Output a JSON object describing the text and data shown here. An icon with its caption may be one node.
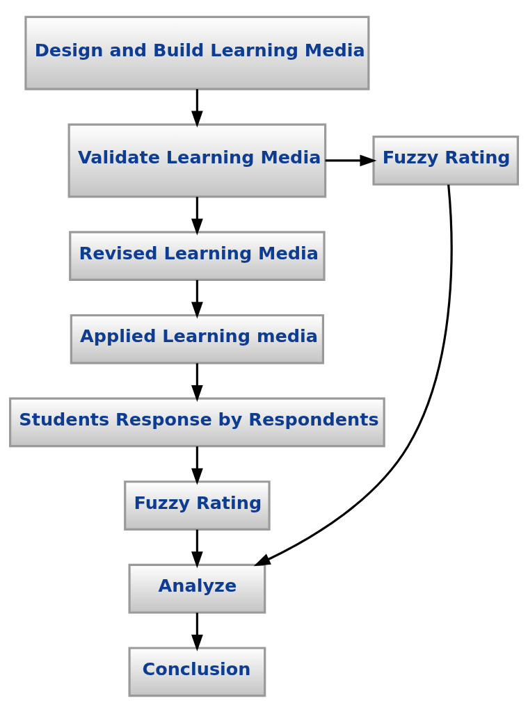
{
  "diagram": {
    "nodes": [
      {
        "text": [
          "Design and Build Learning Media"
        ]
      },
      {
        "text": [
          "Validate Learning Media"
        ]
      },
      {
        "text": [
          "Fuzzy Rating"
        ]
      },
      {
        "text": [
          "Revised Learning Media"
        ]
      },
      {
        "text": [
          "Applied Learning media"
        ]
      },
      {
        "text": [
          "Students Response by Respondents"
        ]
      },
      {
        "text": [
          "Fuzzy Rating"
        ]
      },
      {
        "text": [
          "Analyze"
        ]
      },
      {
        "text": [
          "Conclusion"
        ]
      }
    ],
    "edges": [
      {
        "from": 0,
        "to": 1,
        "arrow": "to"
      },
      {
        "from": 1,
        "to": 2,
        "arrow": "to"
      },
      {
        "from": 1,
        "to": 3,
        "arrow": "to"
      },
      {
        "from": 3,
        "to": 4,
        "arrow": "to"
      },
      {
        "from": 4,
        "to": 5,
        "arrow": "to"
      },
      {
        "from": 5,
        "to": 6,
        "arrow": "to"
      },
      {
        "from": 6,
        "to": 7,
        "arrow": "to"
      },
      {
        "from": 2,
        "to": 7,
        "arrow": "to"
      },
      {
        "from": 7,
        "to": 8,
        "arrow": "to"
      }
    ]
  }
}
